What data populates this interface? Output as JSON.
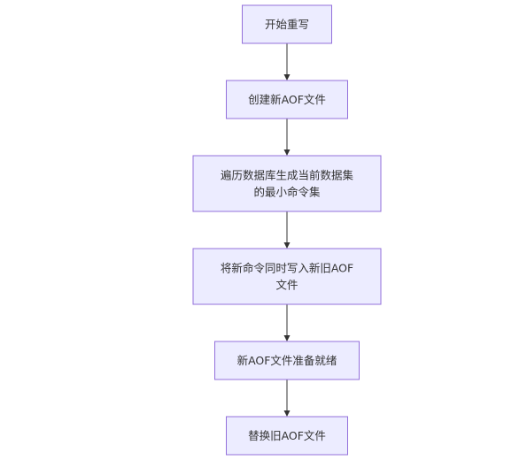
{
  "nodes": [
    {
      "id": "n1",
      "lines": [
        "开始重写"
      ]
    },
    {
      "id": "n2",
      "lines": [
        "创建新AOF文件"
      ]
    },
    {
      "id": "n3",
      "lines": [
        "遍历数据库生成当前数据集",
        "的最小命令集"
      ]
    },
    {
      "id": "n4",
      "lines": [
        "将新命令同时写入新旧AOF",
        "文件"
      ]
    },
    {
      "id": "n5",
      "lines": [
        "新AOF文件准备就绪"
      ]
    },
    {
      "id": "n6",
      "lines": [
        "替换旧AOF文件"
      ]
    }
  ],
  "edges": [
    {
      "from": "n1",
      "to": "n2"
    },
    {
      "from": "n2",
      "to": "n3"
    },
    {
      "from": "n3",
      "to": "n4"
    },
    {
      "from": "n4",
      "to": "n5"
    },
    {
      "from": "n5",
      "to": "n6"
    }
  ],
  "colors": {
    "node_fill": "#ECECFF",
    "node_stroke": "#9370DB",
    "edge": "#333333",
    "text": "#333333"
  }
}
